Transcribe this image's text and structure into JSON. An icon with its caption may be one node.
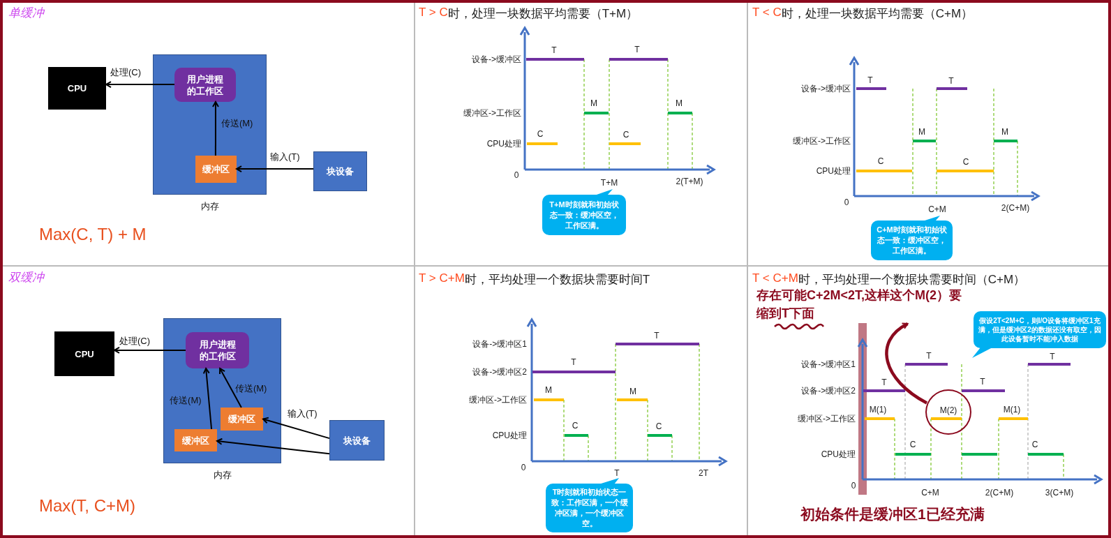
{
  "diagram": {
    "nodes": [
      {
        "text": [
          "CPU"
        ]
      },
      {
        "text": [
          "内存"
        ]
      },
      {
        "text": [
          "用户进程的工作区"
        ],
        "in": 1
      },
      {
        "text": [
          "缓冲区"
        ],
        "in": 1
      },
      {
        "text": [
          "块设备"
        ]
      },
      {
        "text": [
          "T+M时刻就和初始状态一致：缓冲区空，工作区满。"
        ]
      },
      {
        "text": [
          "C+M时刻就和初始状态一致：缓冲区空，工作区满。"
        ]
      },
      {
        "text": [
          "CPU"
        ]
      },
      {
        "text": [
          "内存"
        ]
      },
      {
        "text": [
          "用户进程的工作区"
        ],
        "in": 8
      },
      {
        "text": [
          "缓冲区"
        ],
        "in": 8
      },
      {
        "text": [
          "缓冲区"
        ],
        "in": 8
      },
      {
        "text": [
          "块设备"
        ]
      },
      {
        "text": [
          "T时刻就和初始状态一致：工作区满，一个缓冲区满，一个缓冲区空。"
        ]
      },
      {
        "text": [
          "存在可能C+2M<2T,这样这个M(2）要缩到T下面"
        ]
      },
      {
        "text": [
          "假设2T<2M+C，则I/O设备将缓冲区1充满，但是缓冲区2的数据还没有取空，因此设备暂时不能冲入数据"
        ]
      },
      {
        "text": [
          "M(2)"
        ]
      }
    ],
    "edges": [
      {
        "from": 2,
        "to": 0,
        "arrow": "to",
        "label": "处理(C)"
      },
      {
        "from": 3,
        "to": 2,
        "arrow": "to",
        "label": "传送(M)"
      },
      {
        "from": 4,
        "to": 3,
        "arrow": "to",
        "label": "输入(T)"
      },
      {
        "from": 9,
        "to": 7,
        "arrow": "to",
        "label": "处理(C)"
      },
      {
        "from": 11,
        "to": 9,
        "arrow": "to",
        "label": "传送(M)"
      },
      {
        "from": 10,
        "to": 9,
        "arrow": "to",
        "label": "传送(M)"
      },
      {
        "from": 12,
        "to": 10,
        "arrow": "to",
        "label": "输入(T)"
      },
      {
        "from": 12,
        "to": 11,
        "arrow": "to"
      },
      {
        "from": 16,
        "to": 14,
        "arrow": "to",
        "color": "#8b0a1e",
        "style": "thick"
      }
    ],
    "labels": [
      "单缓冲",
      "Max(C, T) + M",
      "T > C",
      "时，处理一块数据平均需要（T+M）",
      "设备->缓冲区",
      "缓冲区->工作区",
      "CPU处理",
      "0",
      "T+M",
      "2(T+M)",
      "T",
      "T",
      "M",
      "M",
      "C",
      "C",
      "T < C",
      "时，处理一块数据平均需要（C+M）",
      "设备->缓冲区",
      "缓冲区->工作区",
      "CPU处理",
      "0",
      "C+M",
      "2(C+M)",
      "T",
      "T",
      "M",
      "M",
      "C",
      "C",
      "双缓冲",
      "Max(T, C+M)",
      "T > C+M",
      "时，平均处理一个数据块需要时间T",
      "设备->缓冲区1",
      "设备->缓冲区2",
      "缓冲区->工作区",
      "CPU处理",
      "0",
      "T",
      "2T",
      "T",
      "T",
      "M",
      "M",
      "C",
      "C",
      "T < C+M",
      "时，平均处理一个数据块需要时间（C+M）",
      "设备->缓冲区1",
      "设备->缓冲区2",
      "缓冲区->工作区",
      "CPU处理",
      "0",
      "C+M",
      "2(C+M)",
      "3(C+M)",
      "T",
      "T",
      "T",
      "T",
      "M(1)",
      "M(1)",
      "C",
      "C",
      "初始条件是缓冲区1已经充满"
    ]
  }
}
